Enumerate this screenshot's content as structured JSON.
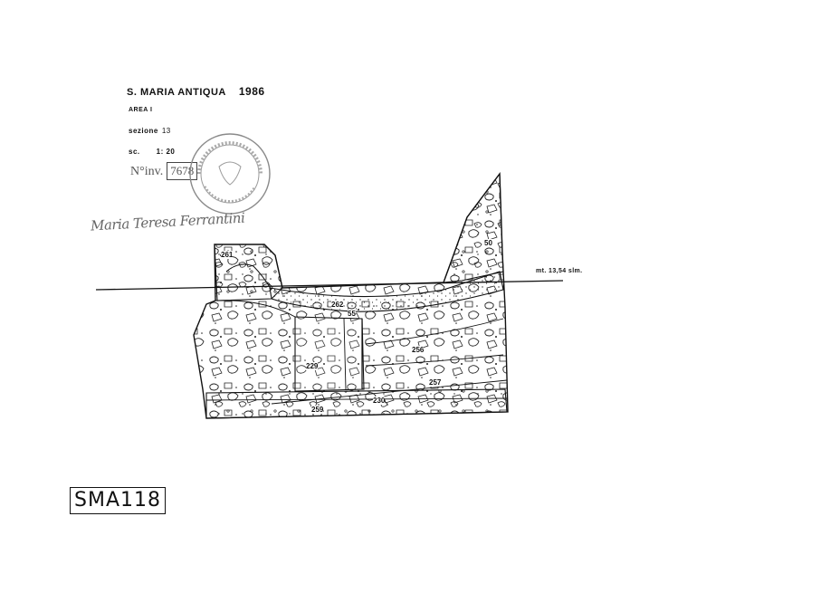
{
  "header": {
    "title": "S. MARIA ANTIQUA",
    "year": "1986",
    "area": "AREA I",
    "sezione_label": "sezione",
    "sezione_value": "13",
    "scala_label": "sc.",
    "scala_value": "1: 20",
    "inventory_prefix": "N°inv.",
    "inventory_number": "7678"
  },
  "signature": "Maria Teresa Ferrantini",
  "datum": "mt. 13,54 slm.",
  "units": {
    "u261": "261",
    "u50": "50",
    "u262": "262",
    "u55": "55",
    "u229": "229",
    "u256": "256",
    "u257": "257",
    "u230": "230",
    "u259": "259"
  },
  "catalog_code": "SMA118",
  "colors": {
    "ink": "#111111",
    "paper": "#ffffff",
    "stamp": "#8a8a8a"
  }
}
